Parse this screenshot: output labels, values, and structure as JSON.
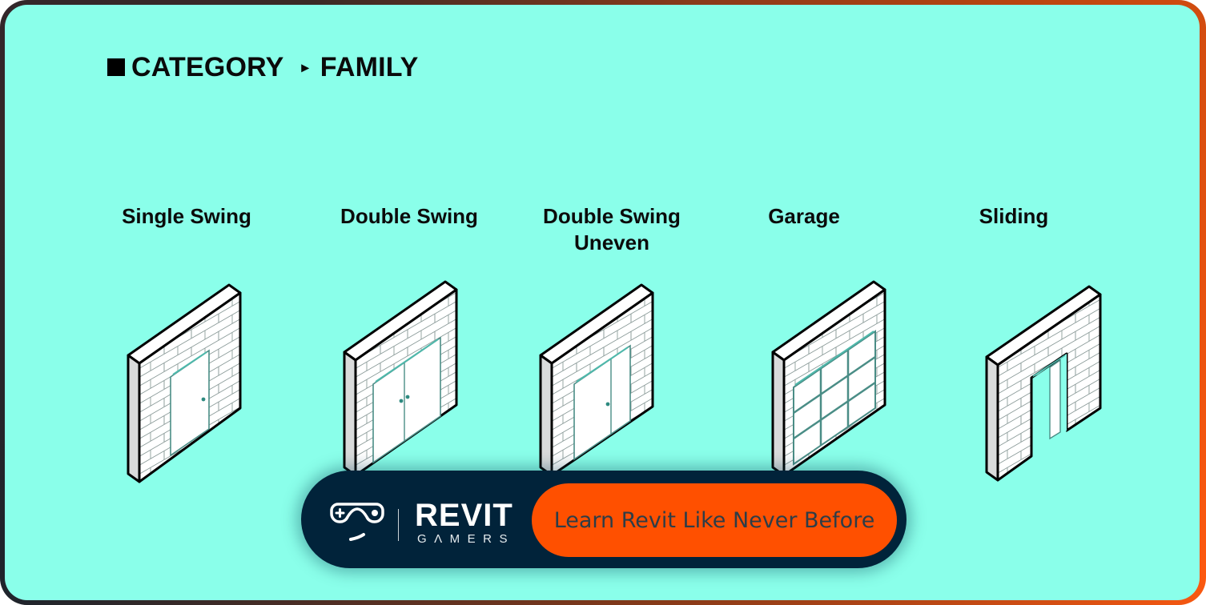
{
  "colors": {
    "background": "#8affea",
    "frame_gradient_start": "#33262a",
    "frame_gradient_end": "#ff5a10",
    "pill": "#01233a",
    "cta": "#ff5000",
    "cta_text": "#2d3d47",
    "text": "#0b0b0b"
  },
  "breadcrumb": {
    "square_icon": "black-square-icon",
    "category": "CATEGORY",
    "separator_icon": "triangle-right-icon",
    "separator": "▸",
    "family": "FAMILY"
  },
  "door_types": [
    {
      "label": "Single Swing",
      "icon": "single-swing-door-icon"
    },
    {
      "label": "Double Swing",
      "icon": "double-swing-door-icon"
    },
    {
      "label": "Double Swing\nUneven",
      "icon": "double-swing-uneven-door-icon"
    },
    {
      "label": "Garage",
      "icon": "garage-door-icon"
    },
    {
      "label": "Sliding",
      "icon": "sliding-door-icon"
    }
  ],
  "banner": {
    "logo_icon": "gamepad-goggles-icon",
    "brand_main": "REVIT",
    "brand_sub": "GΛMERS",
    "cta_label": "Learn Revit Like Never Before"
  }
}
